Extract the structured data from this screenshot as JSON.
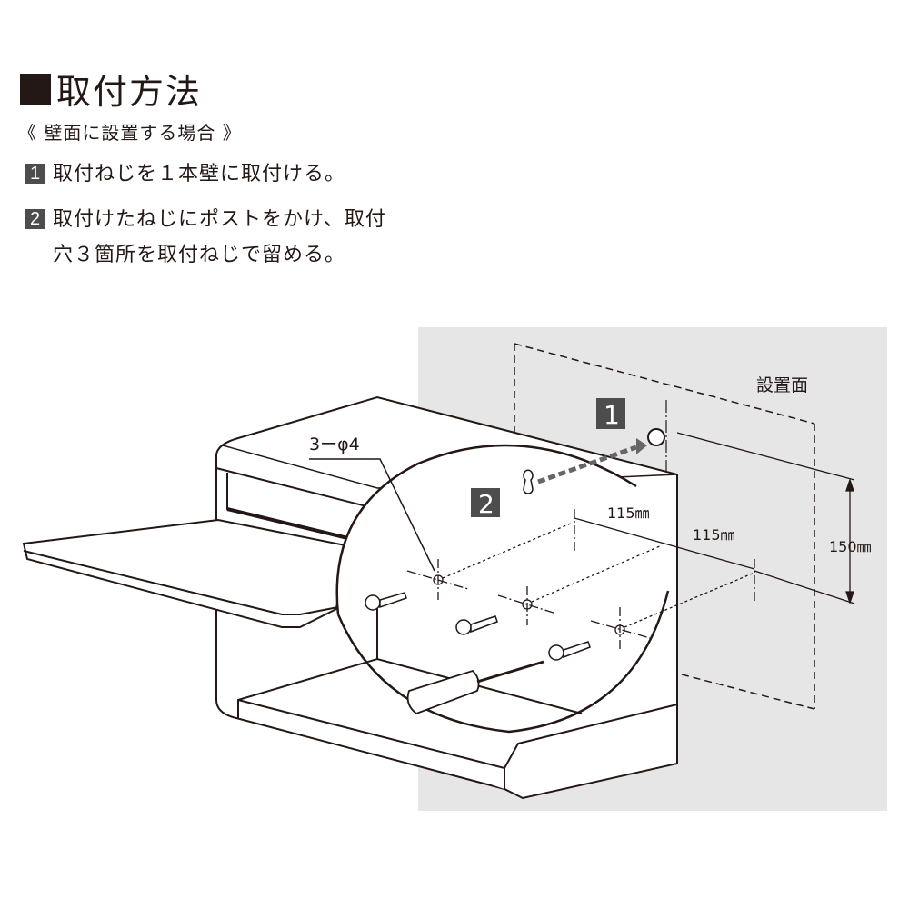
{
  "title": "取付方法",
  "subtitle": "《 壁面に設置する場合 》",
  "steps": [
    {
      "num": "1",
      "text": "取付ねじを１本壁に取付ける。"
    },
    {
      "num": "2",
      "text": "取付けたねじにポストをかけ、取付穴３箇所を取付ねじで留める。"
    }
  ],
  "diagram": {
    "surface_label": "設置面",
    "hole_label": "3ーφ4",
    "step1_badge": "1",
    "step2_badge": "2",
    "dim_horizontal_1": "115㎜",
    "dim_horizontal_2": "115㎜",
    "dim_vertical": "150㎜",
    "colors": {
      "wall": "#e6e6e6",
      "ink": "#231815",
      "badge": "#4d4d4d"
    }
  }
}
